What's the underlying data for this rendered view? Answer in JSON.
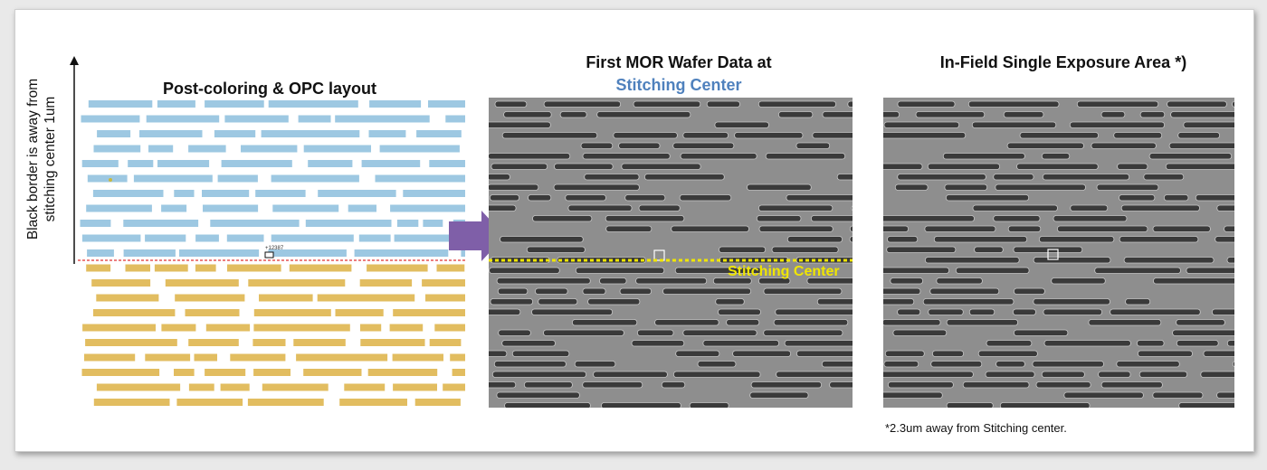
{
  "rot_label": {
    "line1": "Black border is away from",
    "line2": "stitching center 1um"
  },
  "layout": {
    "title": "Post-coloring & OPC layout",
    "marker_label": "+12387",
    "colors": {
      "upper": "#9dc8e2",
      "lower": "#e2bd60",
      "border": "#e03030"
    }
  },
  "sem_center": {
    "title_line1": "First MOR Wafer Data at",
    "title_line2": "Stitching Center",
    "title_line2_color": "#4f81bd",
    "stitch_label": "Stitching Center",
    "stitch_color": "#f0e600"
  },
  "sem_field": {
    "title": "In-Field Single Exposure Area *)"
  },
  "arrow_color": "#7f5fa8",
  "footnote": "*2.3um away from Stitching center."
}
